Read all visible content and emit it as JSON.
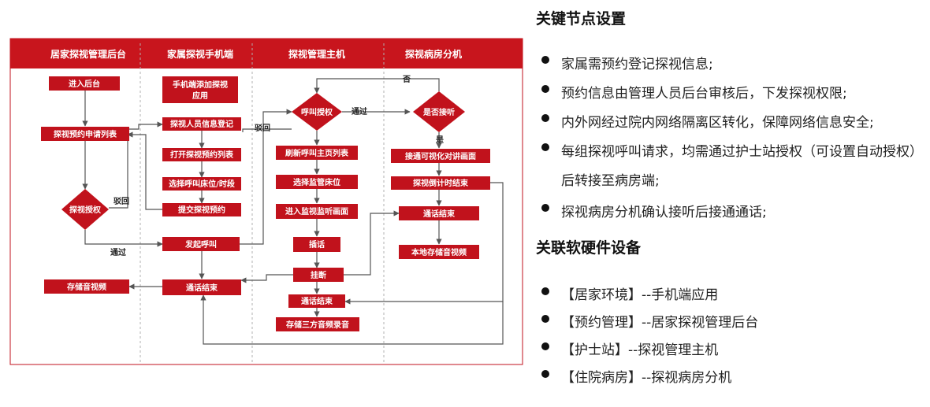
{
  "diagram": {
    "lanes": [
      "居家探视管理后台",
      "家属探视手机端",
      "探视管理主机",
      "探视病房分机"
    ],
    "nodes": {
      "enter_backend": "进入后台",
      "request_list": "探视预约申请列表",
      "approve_decision": "探视授权",
      "store_av_backend": "存储音视频",
      "app_add_visit_line1": "手机端添加探视",
      "app_add_visit_line2": "应用",
      "register_visitor": "探视人员信息登记",
      "open_booking_list": "打开探视预约列表",
      "select_bed_time": "选择呼叫床位/时段",
      "submit_booking": "提交探视预约",
      "initiate_call": "发起呼叫",
      "call_end_app": "通话结束",
      "call_auth_decision": "呼叫授权",
      "refresh_list": "刷新呼叫主页列表",
      "select_monitor_bed": "选择监管床位",
      "enter_monitor_screen": "进入监视监听画面",
      "interject": "插话",
      "hang_up": "挂断",
      "call_end_host": "通话结束",
      "store_third_party": "存储三方音频录音",
      "answer_decision": "是否接听",
      "connect_video": "接通可视化对讲画面",
      "timeout_end": "探视倒计时结束",
      "call_end_ward": "通话结束",
      "local_store": "本地存储音视频"
    },
    "edge_labels": {
      "reject_1": "驳回",
      "pass_1": "通过",
      "reject_2": "驳回",
      "pass_2": "通过",
      "no": "否",
      "yes": "是"
    }
  },
  "panel": {
    "key_title": "关键节点设置",
    "key_points": [
      "家属需预约登记探视信息;",
      "预约信息由管理人员后台审核后，下发探视权限;",
      "内外网经过院内网络隔离区转化，保障网络信息安全;",
      "每组探视呼叫请求，均需通过护士站授权（可设置自动授权）后转接至病房端;",
      "探视病房分机确认接听后接通通话;"
    ],
    "device_title": "关联软硬件设备",
    "devices": [
      "【居家环境】--手机端应用",
      "【预约管理】--居家探视管理后台",
      "【护士站】--探视管理主机",
      "【住院病房】--探视病房分机"
    ]
  },
  "colors": {
    "primary_red": "#c1121c",
    "lane_header_red": "#c8151d",
    "line_gray": "#555555",
    "divider_gray": "#b0b0b0"
  }
}
